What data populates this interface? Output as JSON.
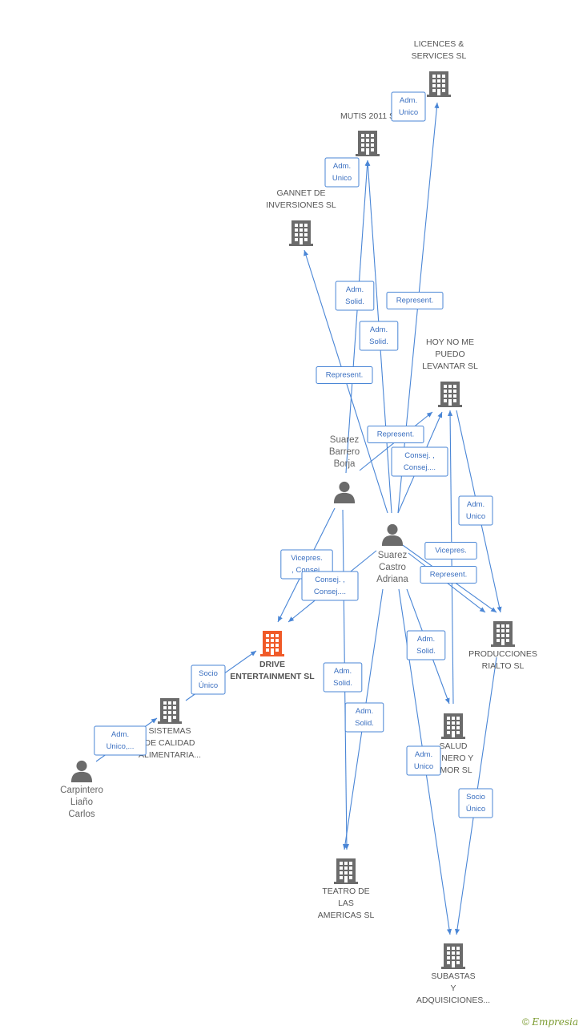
{
  "colors": {
    "edge": "#4a86d6",
    "building": "#6b6b6b",
    "focus_building": "#f05a28",
    "person": "#6b6b6b"
  },
  "companies": [
    {
      "id": "licences",
      "lines": [
        "LICENCES &",
        "SERVICES SL"
      ],
      "focus": false
    },
    {
      "id": "mutis",
      "lines": [
        "MUTIS 2011 S"
      ],
      "focus": false
    },
    {
      "id": "gannet",
      "lines": [
        "GANNET DE",
        "INVERSIONES SL"
      ],
      "focus": false
    },
    {
      "id": "hoynome",
      "lines": [
        "HOY NO ME",
        "PUEDO",
        "LEVANTAR SL"
      ],
      "focus": false
    },
    {
      "id": "drive",
      "lines": [
        "DRIVE",
        "ENTERTAINMENT SL"
      ],
      "focus": true
    },
    {
      "id": "producciones",
      "lines": [
        "PRODUCCIONES",
        "RIALTO SL"
      ],
      "focus": false
    },
    {
      "id": "sistemas",
      "lines": [
        "SISTEMAS",
        "DE CALIDAD",
        "ALIMENTARIA..."
      ],
      "focus": false
    },
    {
      "id": "salud",
      "lines": [
        "SALUD",
        "DINERO Y",
        "AMOR SL"
      ],
      "focus": false
    },
    {
      "id": "teatro",
      "lines": [
        "TEATRO DE",
        "LAS",
        "AMERICAS SL"
      ],
      "focus": false
    },
    {
      "id": "subastas",
      "lines": [
        "SUBASTAS",
        "Y",
        "ADQUISICIONES..."
      ],
      "focus": false
    }
  ],
  "people": [
    {
      "id": "borja",
      "lines": [
        "Suarez",
        "Barrero",
        "Borja"
      ]
    },
    {
      "id": "adriana",
      "lines": [
        "Suarez",
        "Castro",
        "Adriana"
      ]
    },
    {
      "id": "carlos",
      "lines": [
        "Carpintero",
        "Liaño",
        "Carlos"
      ]
    }
  ],
  "edges": [
    {
      "from": "adriana",
      "to": "licences",
      "label": [
        "Represent."
      ]
    },
    {
      "from": "adriana",
      "to": "mutis",
      "label": [
        "Adm.",
        "Solid."
      ]
    },
    {
      "from": "borja",
      "to": "mutis",
      "label": [
        "Adm.",
        "Solid."
      ]
    },
    {
      "from": "adriana",
      "to": "gannet",
      "label": [
        "Represent."
      ]
    },
    {
      "from": "borja",
      "to": "hoynome",
      "label": [
        "Represent."
      ]
    },
    {
      "from": "adriana",
      "to": "hoynome",
      "label": [
        "Consej. ,",
        "Consej...."
      ]
    },
    {
      "from": "borja",
      "to": "drive",
      "label": [
        "Vicepres.",
        ", Consej."
      ]
    },
    {
      "from": "adriana",
      "to": "drive",
      "label": [
        "Consej. ,",
        "Consej...."
      ]
    },
    {
      "from": "adriana",
      "to": "producciones",
      "label": [
        "Vicepres."
      ]
    },
    {
      "from": "adriana",
      "to": "producciones",
      "label": [
        "Represent."
      ]
    },
    {
      "from": "hoynome",
      "to": "producciones",
      "label": [
        "Adm.",
        "Unico"
      ]
    },
    {
      "from": "adriana",
      "to": "salud",
      "label": [
        "Adm.",
        "Solid."
      ]
    },
    {
      "from": "borja",
      "to": "teatro",
      "label": [
        "Adm.",
        "Solid."
      ]
    },
    {
      "from": "adriana",
      "to": "teatro",
      "label": [
        "Adm.",
        "Solid."
      ]
    },
    {
      "from": "adriana",
      "to": "subastas",
      "label": [
        "Adm.",
        "Unico"
      ]
    },
    {
      "from": "producciones",
      "to": "subastas",
      "label": [
        "Socio",
        "Único"
      ]
    },
    {
      "from": "sistemas",
      "to": "drive",
      "label": [
        "Socio",
        "Único"
      ]
    },
    {
      "from": "carlos",
      "to": "sistemas",
      "label": [
        "Adm.",
        "Unico,..."
      ]
    },
    {
      "from": "mutis",
      "to": "licences",
      "label": [
        "Adm.",
        "Unico"
      ]
    },
    {
      "from": "gannet",
      "to": "mutis",
      "label": [
        "Adm.",
        "Unico"
      ]
    }
  ],
  "footer": {
    "copyright": "©",
    "brand": "Empresia"
  }
}
